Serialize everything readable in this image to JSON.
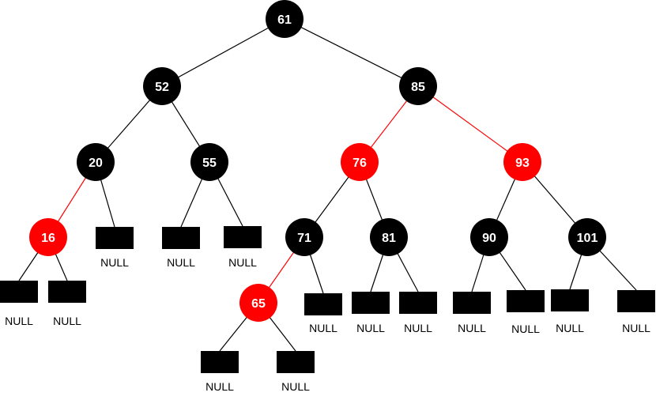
{
  "colors": {
    "red": "#ff0000",
    "black": "#000000",
    "node_text": "#ffffff",
    "background": "#ffffff"
  },
  "tree": {
    "nodes": [
      {
        "id": "n61",
        "label": "61",
        "color": "black"
      },
      {
        "id": "n52",
        "label": "52",
        "color": "black"
      },
      {
        "id": "n85",
        "label": "85",
        "color": "black"
      },
      {
        "id": "n20",
        "label": "20",
        "color": "black"
      },
      {
        "id": "n55",
        "label": "55",
        "color": "black"
      },
      {
        "id": "n76",
        "label": "76",
        "color": "red"
      },
      {
        "id": "n93",
        "label": "93",
        "color": "red"
      },
      {
        "id": "n16",
        "label": "16",
        "color": "red"
      },
      {
        "id": "n71",
        "label": "71",
        "color": "black"
      },
      {
        "id": "n81",
        "label": "81",
        "color": "black"
      },
      {
        "id": "n90",
        "label": "90",
        "color": "black"
      },
      {
        "id": "n101",
        "label": "101",
        "color": "black"
      },
      {
        "id": "n65",
        "label": "65",
        "color": "red"
      }
    ],
    "null_leaves": [
      {
        "id": "null-16-left",
        "label": "NULL"
      },
      {
        "id": "null-16-right",
        "label": "NULL"
      },
      {
        "id": "null-20-right",
        "label": "NULL"
      },
      {
        "id": "null-55-left",
        "label": "NULL"
      },
      {
        "id": "null-55-right",
        "label": "NULL"
      },
      {
        "id": "null-65-left",
        "label": "NULL"
      },
      {
        "id": "null-65-right",
        "label": "NULL"
      },
      {
        "id": "null-71-right",
        "label": "NULL"
      },
      {
        "id": "null-81-left",
        "label": "NULL"
      },
      {
        "id": "null-81-right",
        "label": "NULL"
      },
      {
        "id": "null-90-left",
        "label": "NULL"
      },
      {
        "id": "null-90-right",
        "label": "NULL"
      },
      {
        "id": "null-101-left",
        "label": "NULL"
      },
      {
        "id": "null-101-right",
        "label": "NULL"
      }
    ],
    "edges": [
      {
        "from": "n61",
        "to": "n52",
        "color": "black"
      },
      {
        "from": "n61",
        "to": "n85",
        "color": "black"
      },
      {
        "from": "n52",
        "to": "n20",
        "color": "black"
      },
      {
        "from": "n52",
        "to": "n55",
        "color": "black"
      },
      {
        "from": "n85",
        "to": "n76",
        "color": "red"
      },
      {
        "from": "n85",
        "to": "n93",
        "color": "red"
      },
      {
        "from": "n20",
        "to": "n16",
        "color": "red"
      },
      {
        "from": "n20",
        "to": "null-20-right",
        "color": "black"
      },
      {
        "from": "n55",
        "to": "null-55-left",
        "color": "black"
      },
      {
        "from": "n55",
        "to": "null-55-right",
        "color": "black"
      },
      {
        "from": "n16",
        "to": "null-16-left",
        "color": "black"
      },
      {
        "from": "n16",
        "to": "null-16-right",
        "color": "black"
      },
      {
        "from": "n76",
        "to": "n71",
        "color": "black"
      },
      {
        "from": "n76",
        "to": "n81",
        "color": "black"
      },
      {
        "from": "n93",
        "to": "n90",
        "color": "black"
      },
      {
        "from": "n93",
        "to": "n101",
        "color": "black"
      },
      {
        "from": "n71",
        "to": "n65",
        "color": "red"
      },
      {
        "from": "n71",
        "to": "null-71-right",
        "color": "black"
      },
      {
        "from": "n81",
        "to": "null-81-left",
        "color": "black"
      },
      {
        "from": "n81",
        "to": "null-81-right",
        "color": "black"
      },
      {
        "from": "n90",
        "to": "null-90-left",
        "color": "black"
      },
      {
        "from": "n90",
        "to": "null-90-right",
        "color": "black"
      },
      {
        "from": "n101",
        "to": "null-101-left",
        "color": "black"
      },
      {
        "from": "n101",
        "to": "null-101-right",
        "color": "black"
      },
      {
        "from": "n65",
        "to": "null-65-left",
        "color": "black"
      },
      {
        "from": "n65",
        "to": "null-65-right",
        "color": "black"
      }
    ]
  }
}
